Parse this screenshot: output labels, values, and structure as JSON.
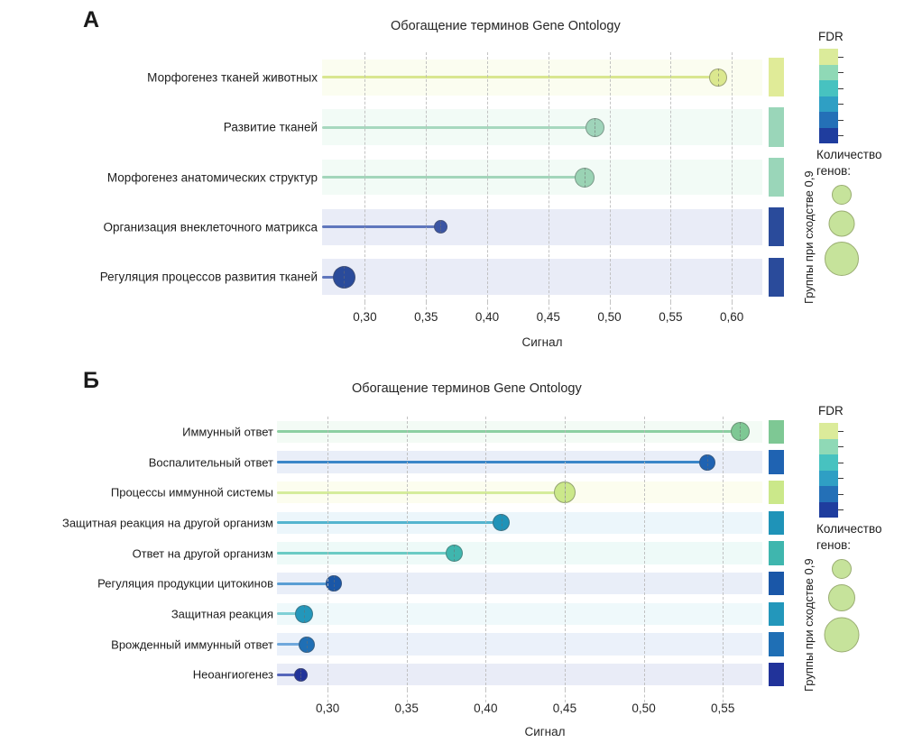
{
  "figure": {
    "panels": [
      {
        "letter": "А",
        "title": "Обогащение терминов Gene Ontology",
        "axis_title": "Сигнал",
        "cluster_axis_title": "Группы при сходстве 0,9",
        "fdr_legend_title": "FDR",
        "size_legend_title_line1": "Количество",
        "size_legend_title_line2": "генов:"
      },
      {
        "letter": "Б",
        "title": "Обогащение терминов Gene Ontology",
        "axis_title": "Сигнал",
        "cluster_axis_title": "Группы при сходстве 0,9",
        "fdr_legend_title": "FDR",
        "size_legend_title_line1": "Количество",
        "size_legend_title_line2": "генов:"
      }
    ]
  },
  "chart_data": [
    {
      "type": "scatter",
      "subtype": "lollipop",
      "panel": "А",
      "title": "Обогащение терминов Gene Ontology",
      "xlabel": "Сигнал",
      "ylabel": "",
      "xlim": [
        0.265,
        0.625
      ],
      "xticks": [
        0.3,
        0.35,
        0.4,
        0.45,
        0.5,
        0.55,
        0.6
      ],
      "xticklabels": [
        "0,30",
        "0,35",
        "0,40",
        "0,45",
        "0,50",
        "0,55",
        "0,60"
      ],
      "grid": true,
      "legend_position": "right",
      "categories": [
        "Морфогенез тканей животных",
        "Развитие тканей",
        "Морфогенез анатомических структур",
        "Организация внеклеточного матрикса",
        "Регуляция процессов развития тканей"
      ],
      "values": [
        0.589,
        0.488,
        0.48,
        0.362,
        0.283
      ],
      "point_sizes": [
        20,
        21,
        22,
        15,
        25
      ],
      "point_colors": [
        "#dbe88f",
        "#9fd4ba",
        "#9ad3b4",
        "#3b55a4",
        "#2a4b9b"
      ],
      "line_colors": [
        "#d9e690",
        "#a7d8bf",
        "#a3d6bb",
        "#5f76bd",
        "#5f76bd"
      ],
      "band_colors": [
        "#fbfdf0",
        "#f2fbf6",
        "#f2fbf6",
        "#e9ecf7",
        "#e9ecf7"
      ],
      "cluster_colors": [
        "#e0eb98",
        "#9ad6b9",
        "#9ad6b9",
        "#2a4b9b",
        "#2a4b9b"
      ]
    },
    {
      "type": "scatter",
      "subtype": "lollipop",
      "panel": "Б",
      "title": "Обогащение терминов Gene Ontology",
      "xlabel": "Сигнал",
      "ylabel": "",
      "xlim": [
        0.268,
        0.575
      ],
      "xticks": [
        0.3,
        0.35,
        0.4,
        0.45,
        0.5,
        0.55
      ],
      "xticklabels": [
        "0,30",
        "0,35",
        "0,40",
        "0,45",
        "0,50",
        "0,55"
      ],
      "grid": true,
      "legend_position": "right",
      "categories": [
        "Иммунный ответ",
        "Воспалительный ответ",
        "Процессы иммунной системы",
        "Защитная реакция на другой организм",
        "Ответ на другой организм",
        "Регуляция продукции цитокинов",
        "Защитная реакция",
        "Врожденный иммунный ответ",
        "Неоангиогенез"
      ],
      "values": [
        0.561,
        0.54,
        0.45,
        0.41,
        0.38,
        0.304,
        0.285,
        0.287,
        0.283
      ],
      "point_sizes": [
        21,
        18,
        24,
        19,
        19,
        18,
        20,
        18,
        15
      ],
      "point_colors": [
        "#7ec894",
        "#1f63b2",
        "#cbe88a",
        "#1f93b8",
        "#3fb6ae",
        "#1a57a8",
        "#2397bb",
        "#1f6fb5",
        "#21339a"
      ],
      "line_colors": [
        "#8ccfa2",
        "#3a86c8",
        "#d5ec9b",
        "#53b4cf",
        "#6bcbc4",
        "#5a9ed4",
        "#7fd0d6",
        "#6fa8dc",
        "#5566bb"
      ],
      "band_colors": [
        "#f3fbf5",
        "#e9eef8",
        "#fcfdef",
        "#ecf6fb",
        "#eefaf8",
        "#e9eef8",
        "#eff9fb",
        "#ebf1fa",
        "#e9ecf7"
      ],
      "cluster_colors": [
        "#7ec894",
        "#1f63b2",
        "#cbe88a",
        "#1f93b8",
        "#3fb6ae",
        "#1a57a8",
        "#2397bb",
        "#1f6fb5",
        "#21339a"
      ]
    }
  ],
  "legends": {
    "fdr_colors": [
      "#dbeb9a",
      "#8fd9b6",
      "#47c2c0",
      "#2f9fc4",
      "#2470b7",
      "#1f3d9e"
    ],
    "fdr_tick_count": 6,
    "size_circle_fill": "#c6e39b",
    "size_circle_stroke": "#9aad72",
    "size_legend_radii_panel_a": [
      11,
      14.5,
      19
    ],
    "size_legend_radii_panel_b": [
      11,
      15,
      19.5
    ]
  }
}
